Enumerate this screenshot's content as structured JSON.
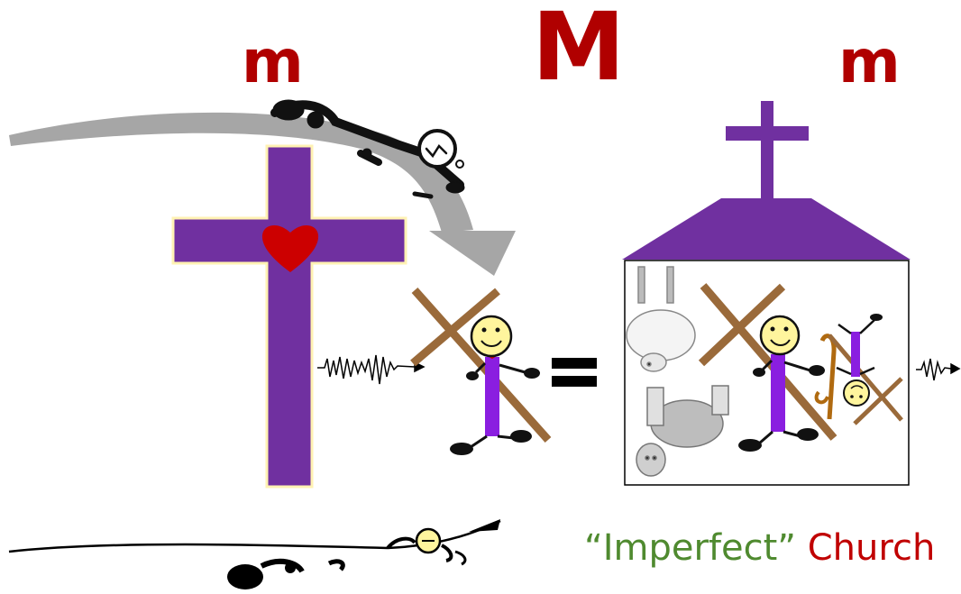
{
  "labels": {
    "m_left": "m",
    "m_center": "M",
    "m_right": "m"
  },
  "caption": {
    "quoted": "“Imperfect”",
    "word": "Church",
    "quoted_color": "#4f8a2f",
    "word_color": "#c00000"
  },
  "colors": {
    "cross_purple": "#7030a0",
    "cross_outline": "#fff2b3",
    "heart": "#cc0000",
    "wood": "#9a6a3a",
    "arrow_gray": "#a6a6a6",
    "face": "#fff59d",
    "accent_red": "#b00000"
  },
  "icons": [
    "cross-icon",
    "heart-icon",
    "church-icon",
    "sheep-icon",
    "stick-figure-icon",
    "equals-icon",
    "curved-arrow-icon",
    "squiggle-arrow-icon",
    "shepherd-staff-icon"
  ]
}
